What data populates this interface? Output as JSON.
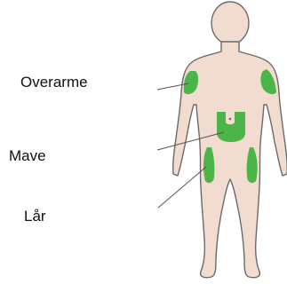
{
  "labels": {
    "upper_arm": "Overarme",
    "belly": "Mave",
    "thigh": "Lår"
  },
  "colors": {
    "skin": "#f2dcd0",
    "outline": "#6a6a6a",
    "injection_zone": "#4bb54a",
    "leader_line": "#555555",
    "text": "#111111"
  }
}
